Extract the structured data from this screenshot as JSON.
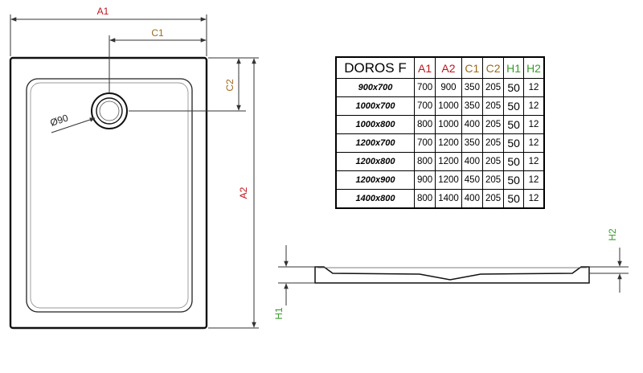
{
  "colors": {
    "red": "#c0141c",
    "brown": "#9c6a1e",
    "green": "#3a9a2c"
  },
  "plan_labels": {
    "a1": "A1",
    "c1": "C1",
    "c2": "C2",
    "a2": "A2",
    "drain": "Ø90"
  },
  "profile_labels": {
    "h1": "H1",
    "h2": "H2"
  },
  "table": {
    "title": "DOROS F",
    "columns": [
      "A1",
      "A2",
      "C1",
      "C2",
      "H1",
      "H2"
    ],
    "rows": [
      [
        "900x700",
        "700",
        "900",
        "350",
        "205",
        "50",
        "12"
      ],
      [
        "1000x700",
        "700",
        "1000",
        "350",
        "205",
        "50",
        "12"
      ],
      [
        "1000x800",
        "800",
        "1000",
        "400",
        "205",
        "50",
        "12"
      ],
      [
        "1200x700",
        "700",
        "1200",
        "350",
        "205",
        "50",
        "12"
      ],
      [
        "1200x800",
        "800",
        "1200",
        "400",
        "205",
        "50",
        "12"
      ],
      [
        "1200x900",
        "900",
        "1200",
        "450",
        "205",
        "50",
        "12"
      ],
      [
        "1400x800",
        "800",
        "1400",
        "400",
        "205",
        "50",
        "12"
      ]
    ]
  }
}
